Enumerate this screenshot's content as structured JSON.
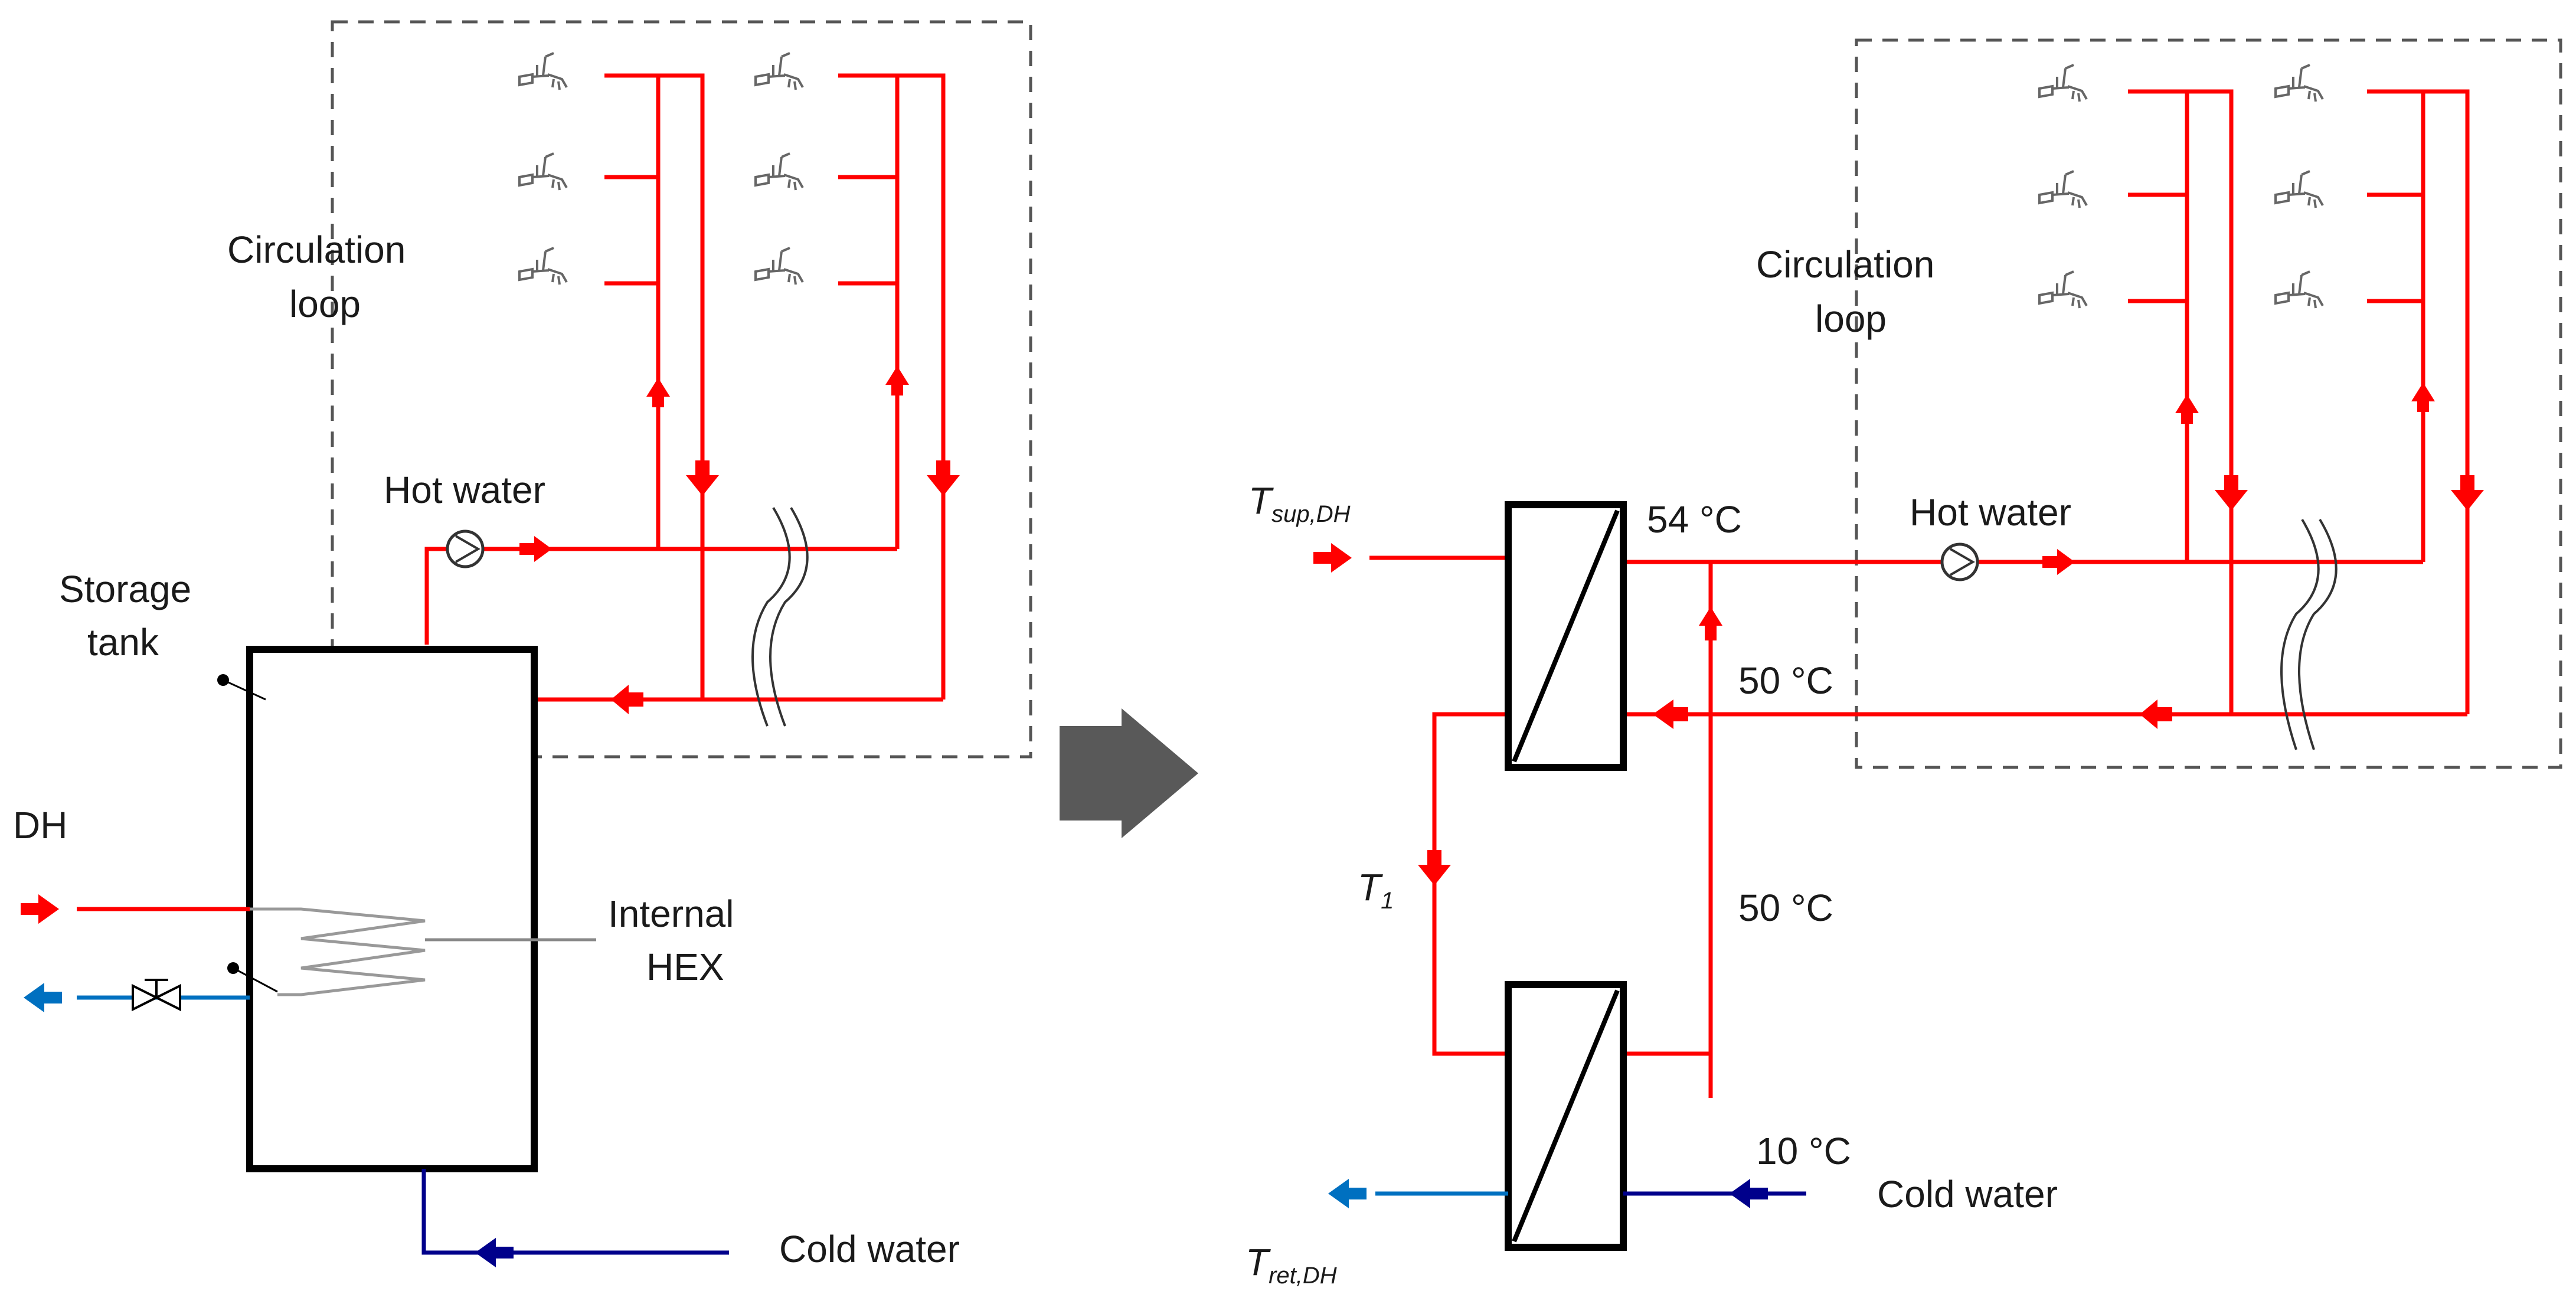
{
  "left_system": {
    "circulation_loop": {
      "line1": "Circulation",
      "line2": "loop"
    },
    "hot_water": "Hot water",
    "storage_tank": {
      "line1": "Storage",
      "line2": "tank"
    },
    "dh": "DH",
    "internal_hex": {
      "line1": "Internal",
      "line2": "HEX"
    },
    "cold_water": "Cold water"
  },
  "transition_arrow": "right-arrow",
  "right_system": {
    "circulation_loop": {
      "line1": "Circulation",
      "line2": "loop"
    },
    "hot_water": "Hot water",
    "t_sup": {
      "main": "T",
      "sub": "sup,DH"
    },
    "t_ret": {
      "main": "T",
      "sub": "ret,DH"
    },
    "t1": {
      "main": "T",
      "sub": "1"
    },
    "temp_54": "54 °C",
    "temp_50_top": "50 °C",
    "temp_50_mid": "50 °C",
    "temp_10": "10 °C",
    "cold_water": "Cold water"
  },
  "colors": {
    "hot": "#ff0000",
    "cold": "#00008b",
    "dh_return": "#0070c0",
    "frame": "#000000",
    "boundary": "#555555",
    "arrow_gray": "#595959"
  }
}
